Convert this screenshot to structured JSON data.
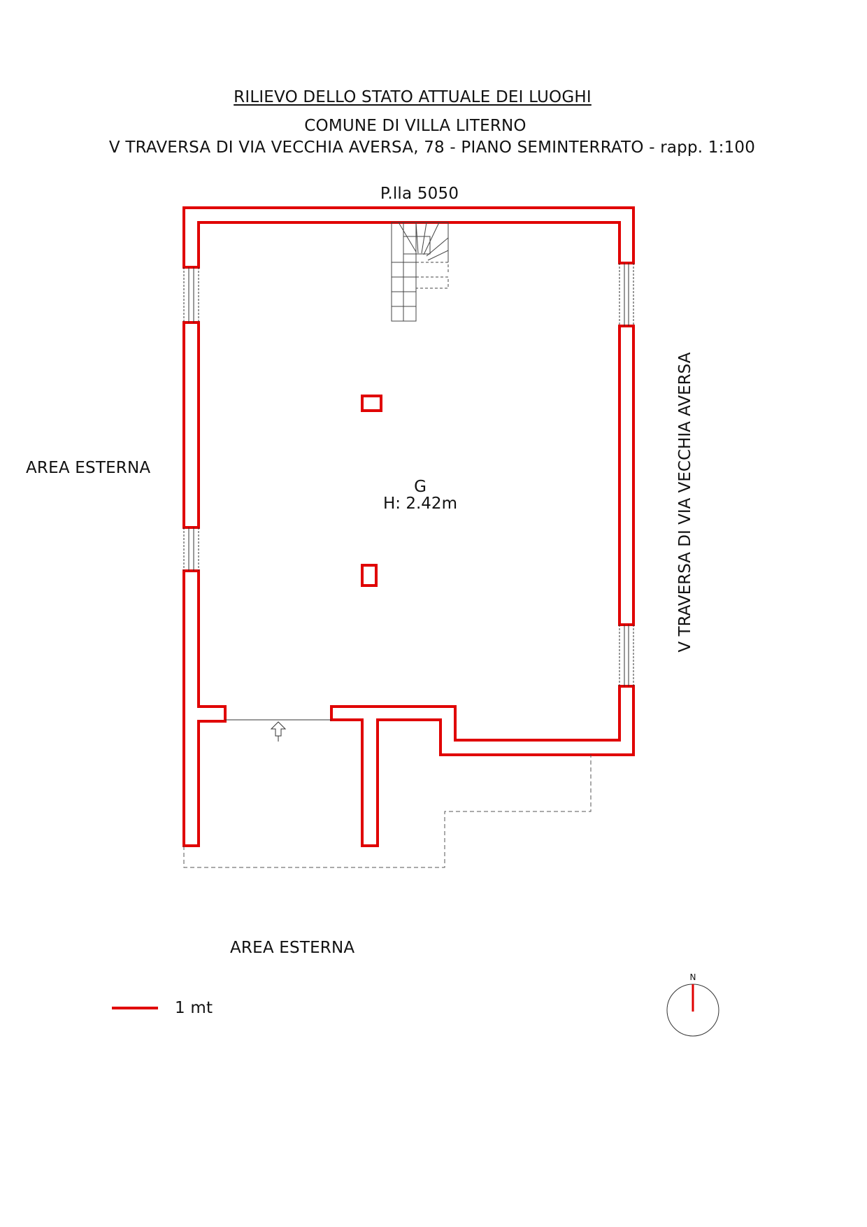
{
  "header": {
    "title": "RILIEVO  DELLO STATO ATTUALE DEI LUOGHI",
    "municipality": "COMUNE DI VILLA LITERNO",
    "address": "V TRAVERSA DI VIA VECCHIA AVERSA, 78 - PIANO SEMINTERRATO  - rapp. 1:100"
  },
  "labels": {
    "top": "P.lla 5050",
    "left": "AREA ESTERNA",
    "bottom": "AREA ESTERNA",
    "right": "V TRAVERSA DI VIA VECCHIA AVERSA"
  },
  "room": {
    "name": "G",
    "height": "H: 2.42m"
  },
  "legend": {
    "label": "1 mt"
  },
  "compass": {
    "label": "N"
  },
  "colors": {
    "wall": "#e00000",
    "line": "#333333"
  }
}
